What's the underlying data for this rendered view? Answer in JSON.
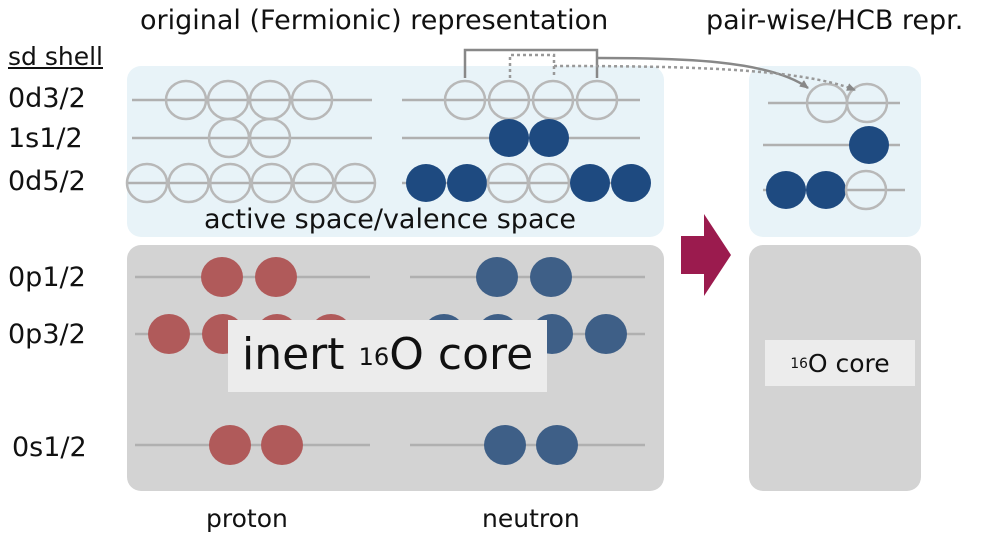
{
  "headers": {
    "original": "original (Fermionic) representation",
    "pairwise": "pair-wise/HCB repr."
  },
  "shell": {
    "title": "sd shell",
    "levels": [
      "0d3/2",
      "1s1/2",
      "0d5/2",
      "0p1/2",
      "0p3/2",
      "0s1/2"
    ]
  },
  "active_space_label": "active space/valence space",
  "core": {
    "big_prefix": "inert ",
    "mass": "16",
    "big_suffix": "O core",
    "small_suffix": "O core"
  },
  "columns": {
    "proton": "proton",
    "neutron": "neutron"
  },
  "colors": {
    "active_bg": "#e8f3f8",
    "core_bg": "#d3d3d3",
    "label_bg": "#ececec",
    "neutron_valence": "#1e4a80",
    "proton_core": "#b05a5a",
    "neutron_core": "#3e5f87",
    "empty_orbital": "#b8b8b8",
    "arrow": "#9b1b4e",
    "connector": "#888888"
  },
  "occupancy": {
    "proton_0d3/2": [
      0,
      0,
      0,
      0
    ],
    "proton_1s1/2": [
      0,
      0
    ],
    "proton_0d5/2": [
      0,
      0,
      0,
      0,
      0,
      0
    ],
    "neutron_0d3/2": [
      0,
      0,
      0,
      0
    ],
    "neutron_1s1/2": [
      1,
      1
    ],
    "neutron_0d5/2": [
      1,
      1,
      0,
      0,
      1,
      1
    ],
    "hcb_0d3/2": [
      0,
      0
    ],
    "hcb_1s1/2": [
      1
    ],
    "hcb_0d5/2": [
      1,
      1,
      0
    ]
  }
}
